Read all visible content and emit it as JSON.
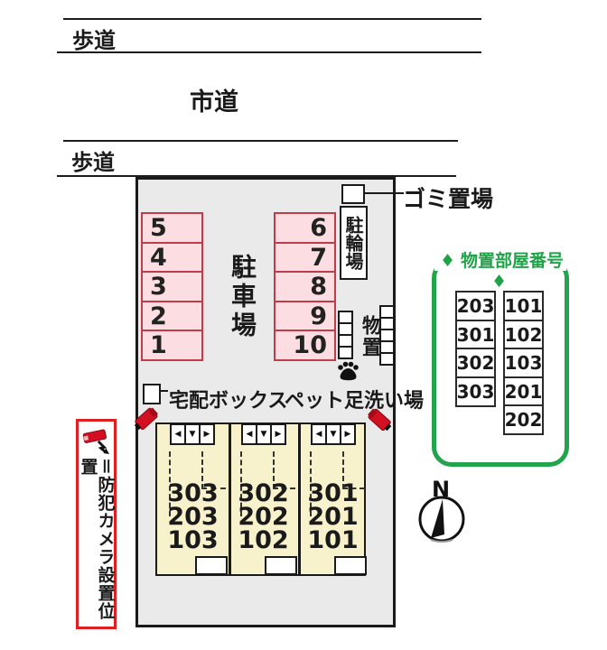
{
  "roads": {
    "sidewalk_top": "歩道",
    "city_road": "市道",
    "sidewalk_bottom": "歩道"
  },
  "site": {
    "garbage_label": "ゴミ置場",
    "bicycle_label": "駐輪場",
    "parking_title": "駐車場",
    "parking_left": [
      "5",
      "4",
      "3",
      "2",
      "1"
    ],
    "parking_right": [
      "6",
      "7",
      "8",
      "9",
      "10"
    ],
    "storage_label": "物置",
    "delivery_label": "宅配ボックス",
    "pet_wash_label": "ペット足洗い場"
  },
  "building": {
    "porch_arrows": [
      "◀",
      "▼",
      "▶"
    ],
    "units": [
      {
        "rooms": [
          "303",
          "203",
          "103"
        ]
      },
      {
        "rooms": [
          "302",
          "202",
          "102"
        ]
      },
      {
        "rooms": [
          "301",
          "201",
          "101"
        ]
      }
    ]
  },
  "storage_table": {
    "diamond": "♦",
    "title": "物置部屋番号",
    "left": [
      "203",
      "301",
      "302",
      "303"
    ],
    "right": [
      "101",
      "102",
      "103",
      "201",
      "202"
    ]
  },
  "legend": {
    "camera_label": "＝防犯カメラ設置位置"
  },
  "compass": {
    "north": "N"
  },
  "colors": {
    "site_bg": "#EAEAEA",
    "parking_fill": "#FBDDE2",
    "parking_border": "#C13B4A",
    "building_fill": "#F8F2CC",
    "green": "#22A44C",
    "camera_red": "#D31021",
    "legend_border_red": "#E02020"
  }
}
